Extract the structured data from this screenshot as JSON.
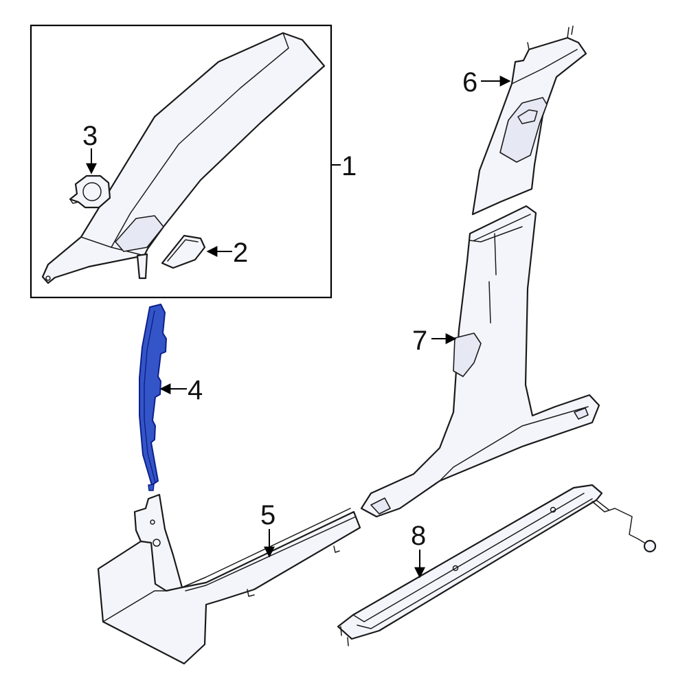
{
  "callouts": {
    "c1": "1",
    "c2": "2",
    "c3": "3",
    "c4": "4",
    "c5": "5",
    "c6": "6",
    "c7": "7",
    "c8": "8"
  },
  "colors": {
    "highlight_fill": "#3355c8",
    "highlight_stroke": "#0d1f8a",
    "part_fill": "#f4f5fb",
    "line": "#1a1a1a"
  }
}
